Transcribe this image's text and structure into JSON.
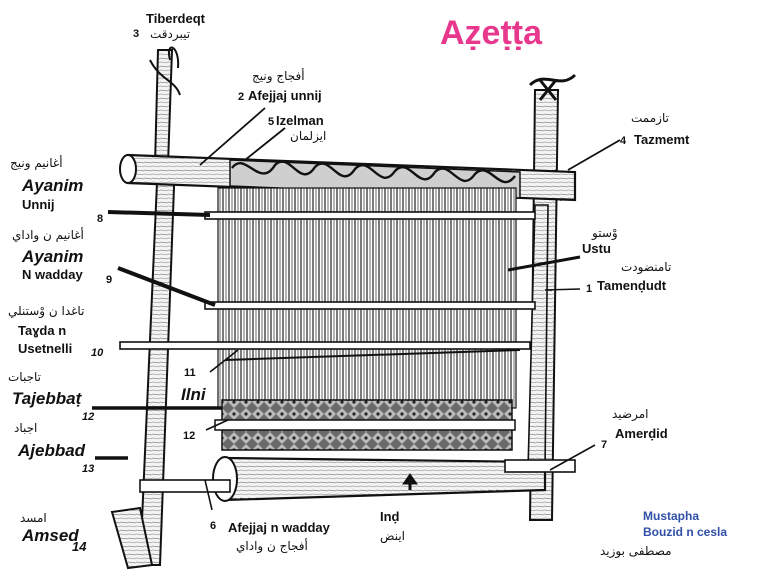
{
  "title": "Aẓeṭṭa",
  "credit": {
    "line1": "Mustapha",
    "line2": "Bouzid n cesla",
    "arabic": "مصطفى بوزيد"
  },
  "labels": {
    "tiberdeqt": {
      "num": "3",
      "name": "Tiberdeqt",
      "arabic": "تيبردقت"
    },
    "afejjaj_unnij": {
      "num": "2",
      "name": "Afejjaj unnij",
      "arabic": "أفجاج ونيج"
    },
    "izelman": {
      "num": "5",
      "name": "Izelman",
      "arabic": "ايزلمان"
    },
    "tazmemt": {
      "num": "4",
      "name": "Tazmemt",
      "arabic": "تازممت"
    },
    "ayanim_unnij": {
      "num": "8",
      "name": "Ayanim",
      "name2": "Unnij",
      "arabic": "أغانيم ونيج"
    },
    "ayanim_nwadday": {
      "num": "9",
      "name": "Ayanim",
      "name2": "N wadday",
      "arabic": "أغانيم ن واداي"
    },
    "ustu": {
      "name": "Ustu",
      "arabic": "وْستو"
    },
    "tamendudt": {
      "num": "1",
      "name": "Tamenḍudt",
      "arabic": "تامنضودت"
    },
    "tayda": {
      "num": "10",
      "name": "Taɣda  n",
      "name2": "Usetnelli",
      "arabic": "تاغدا ن وْستنلي"
    },
    "ilni": {
      "num": "11",
      "name": "Ilni"
    },
    "tajebbat": {
      "num": "12",
      "name": "Tajebbaṭ",
      "arabic": "تاجبات"
    },
    "ilni_num": "12",
    "ajebbad": {
      "num": "13",
      "name": "Ajebbad",
      "arabic": "اجباد"
    },
    "amerdid": {
      "num": "7",
      "name": "Amerḍid",
      "arabic": "امرضيد"
    },
    "amsed": {
      "num": "14",
      "name": "Amsed",
      "arabic": "امسد"
    },
    "afejjaj_nwadday": {
      "num": "6",
      "name": "Afejjaj n wadday",
      "arabic": "أفجاج ن واداي"
    },
    "ind": {
      "name": "Inḍ",
      "arabic": "اينض"
    }
  }
}
